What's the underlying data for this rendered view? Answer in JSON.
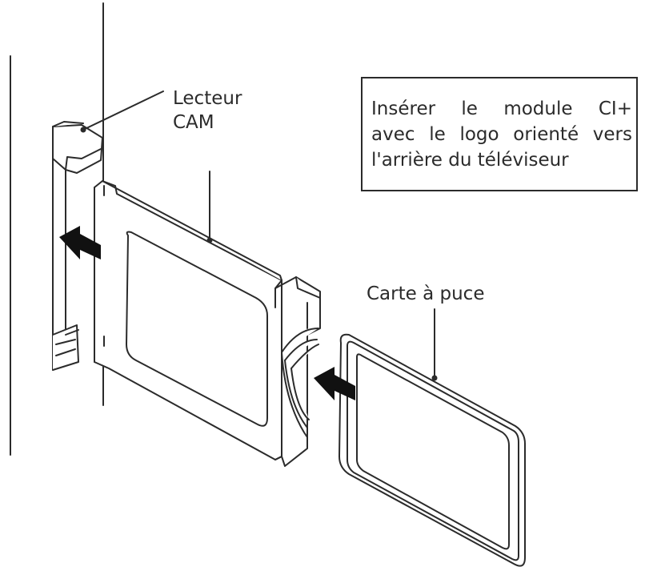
{
  "labels": {
    "cam_reader_line1": "Lecteur",
    "cam_reader_line2": "CAM",
    "smart_card": "Carte à puce"
  },
  "instruction": {
    "line1": "Insérer le module CI+",
    "line2": "avec le logo orienté vers",
    "line3": "l'arrière du téléviseur"
  },
  "colors": {
    "line": "#2b2b2b",
    "arrow": "#111111",
    "background": "#ffffff"
  },
  "icons": {
    "insert_arrow_module": "arrow-right",
    "insert_arrow_card": "arrow-right"
  }
}
